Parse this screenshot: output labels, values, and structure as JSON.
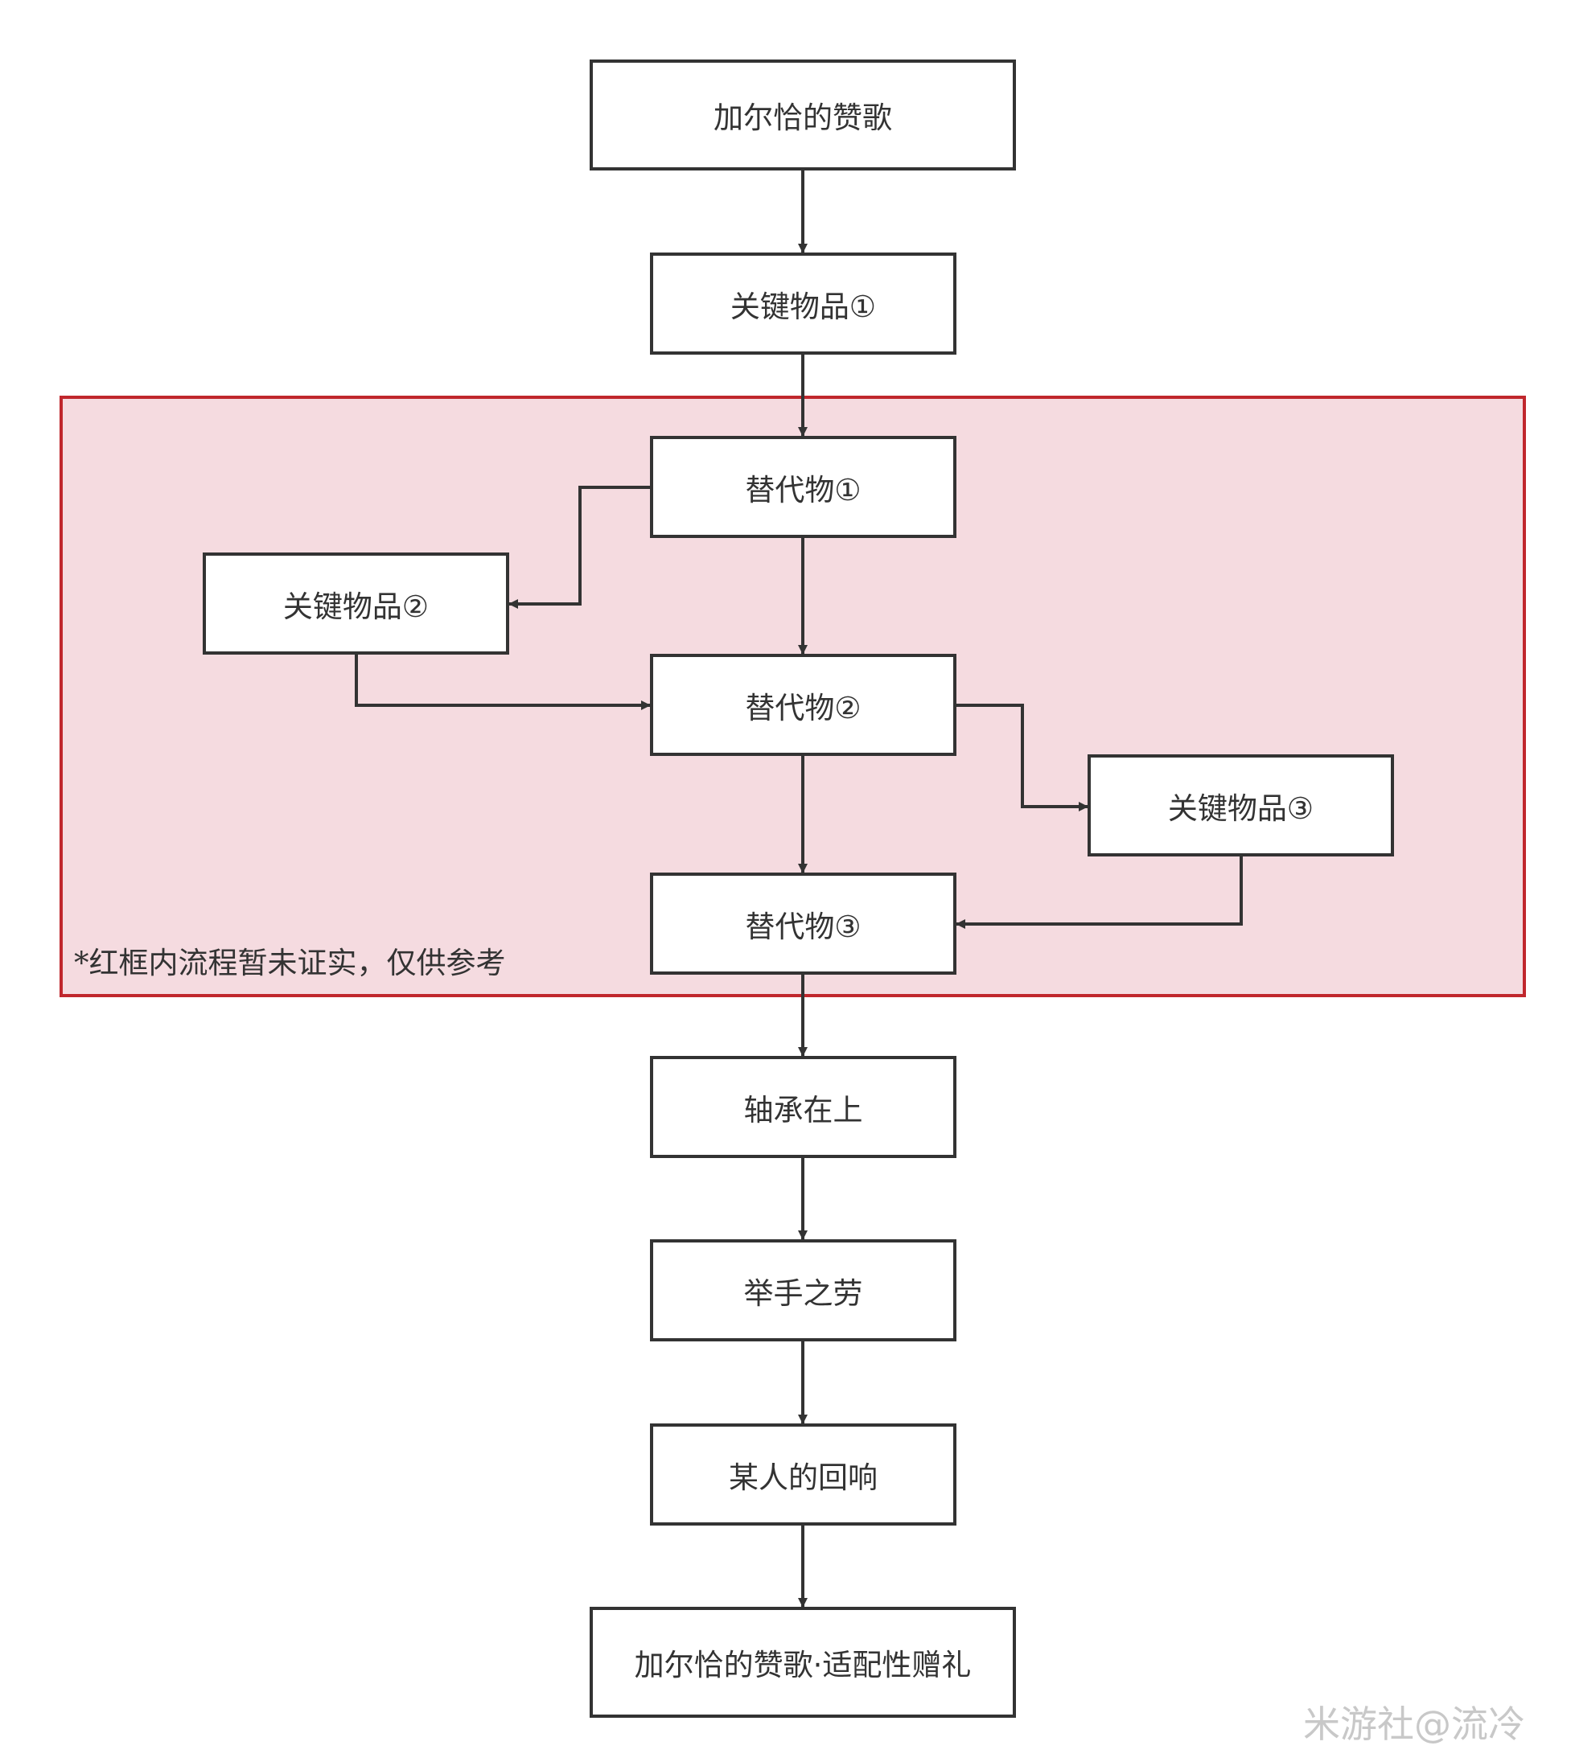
{
  "region": {
    "note": "*红框内流程暂未证实，仅供参考",
    "border_color": "#c0272d",
    "fill_color": "#f5dbe0"
  },
  "nodes": {
    "start": "加尔恰的赞歌",
    "key1": "关键物品①",
    "sub1": "替代物①",
    "key2": "关键物品②",
    "sub2": "替代物②",
    "key3": "关键物品③",
    "sub3": "替代物③",
    "bearing": "轴承在上",
    "help": "举手之劳",
    "echo": "某人的回响",
    "final": "加尔恰的赞歌·适配性赠礼"
  },
  "edges": [
    {
      "from": "start",
      "to": "key1"
    },
    {
      "from": "key1",
      "to": "sub1"
    },
    {
      "from": "sub1",
      "to": "key2"
    },
    {
      "from": "sub1",
      "to": "sub2"
    },
    {
      "from": "key2",
      "to": "sub2"
    },
    {
      "from": "sub2",
      "to": "key3"
    },
    {
      "from": "sub2",
      "to": "sub3"
    },
    {
      "from": "key3",
      "to": "sub3"
    },
    {
      "from": "sub3",
      "to": "bearing"
    },
    {
      "from": "bearing",
      "to": "help"
    },
    {
      "from": "help",
      "to": "echo"
    },
    {
      "from": "echo",
      "to": "final"
    }
  ],
  "watermark": "米游社@流冷",
  "colors": {
    "node_border": "#333333",
    "edge": "#333333",
    "text": "#333333"
  }
}
